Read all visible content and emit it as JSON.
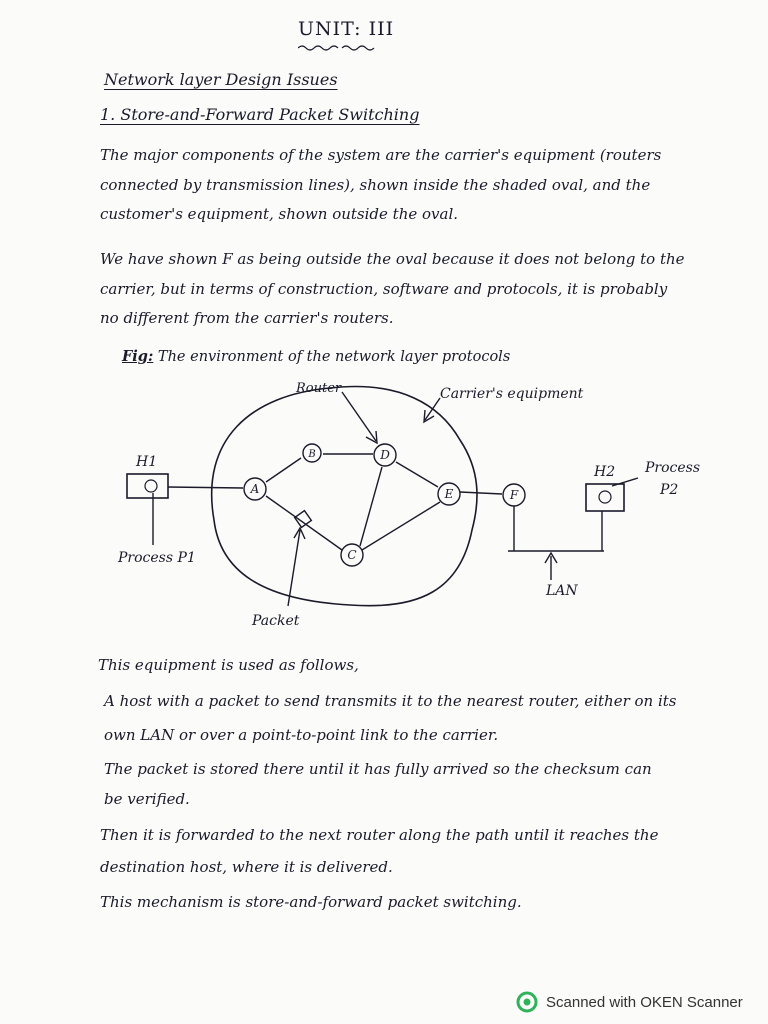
{
  "page": {
    "title": "UNIT: III",
    "heading": "Network layer Design Issues",
    "subheading": "1. Store-and-Forward Packet Switching",
    "para1": [
      "The major components of the system are the carrier's equipment (routers",
      "connected by transmission lines), shown inside the shaded oval, and the",
      "customer's equipment, shown outside the oval."
    ],
    "para2": [
      "We have shown F as being outside the oval because it does not belong to the",
      "carrier, but in terms of construction, software and protocols, it is probably",
      "no different from the carrier's routers."
    ],
    "figure": {
      "label": "Fig:",
      "caption": "The environment of the network layer protocols",
      "labels": {
        "router": "Router",
        "carrier": "Carrier's equipment",
        "h1": "H1",
        "h2": "H2",
        "process_p1": "Process P1",
        "process_p2_line1": "Process",
        "process_p2_line2": "P2",
        "packet": "Packet",
        "lan": "LAN"
      },
      "nodes": {
        "a": "A",
        "b": "B",
        "c": "C",
        "d": "D",
        "e": "E",
        "f": "F"
      }
    },
    "para3": [
      "This equipment is used as follows,",
      "A host with a packet to send transmits it to the nearest router, either on its",
      "own LAN or over a point-to-point link to the carrier.",
      "The packet is stored there until it has fully arrived so the checksum can",
      "be verified.",
      "Then it is forwarded to the next router along the path until it reaches the",
      "destination host, where it is delivered.",
      "This mechanism is store-and-forward packet switching."
    ],
    "footer": "Scanned with OKEN Scanner"
  }
}
